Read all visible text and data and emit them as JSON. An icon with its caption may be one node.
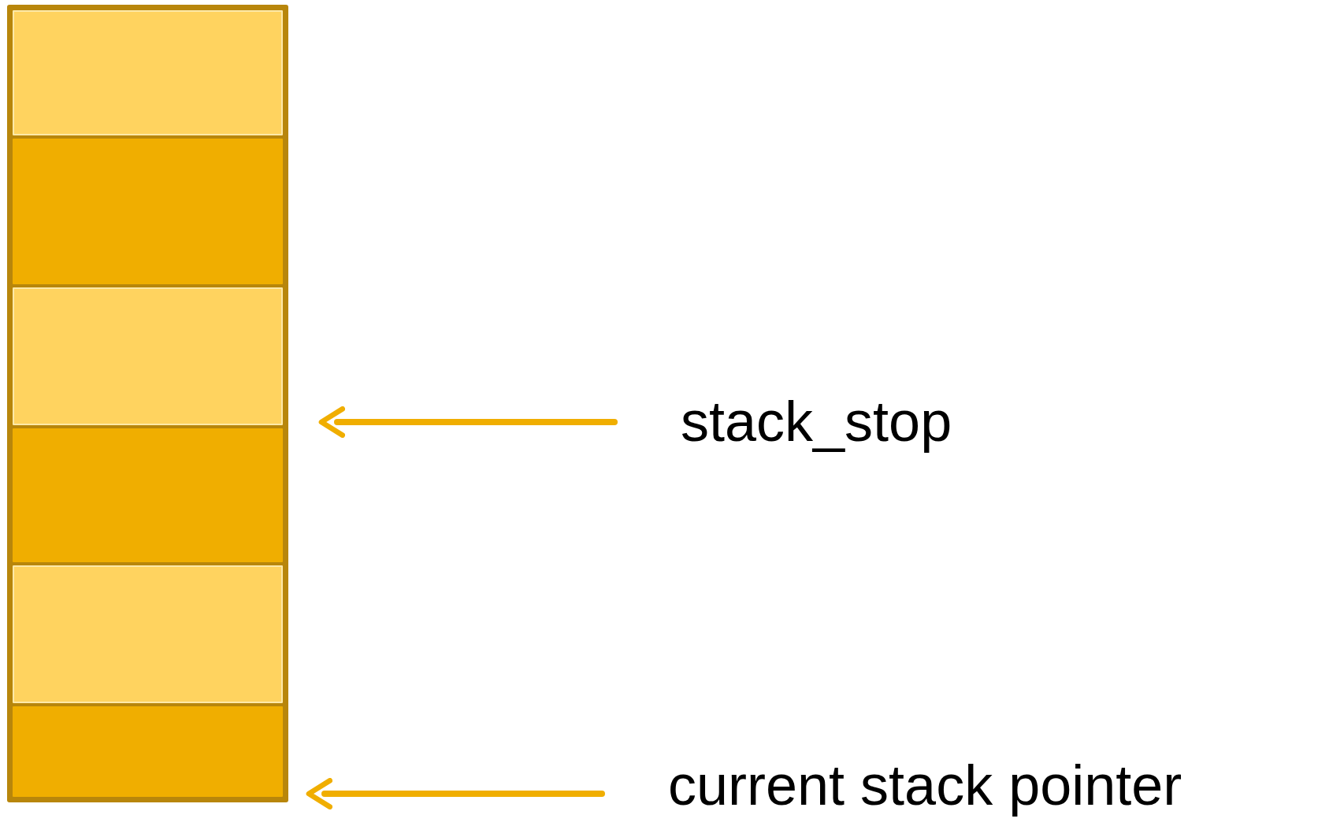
{
  "diagram": {
    "nodes": [
      {
        "text": [],
        "shape": "box"
      },
      {
        "text": [],
        "shape": "box",
        "in": 0
      },
      {
        "text": [],
        "shape": "box",
        "in": 0
      },
      {
        "text": [],
        "shape": "box",
        "in": 0
      },
      {
        "text": [],
        "shape": "box",
        "in": 0
      },
      {
        "text": [],
        "shape": "box",
        "in": 0
      },
      {
        "text": [],
        "shape": "box",
        "in": 0
      },
      {
        "text": [
          "stack_stop"
        ]
      },
      {
        "text": [
          "current stack pointer"
        ]
      }
    ],
    "edges": [
      {
        "from": 7,
        "to": 0,
        "arrow": "to"
      },
      {
        "from": 8,
        "to": 0,
        "arrow": "to"
      }
    ]
  }
}
